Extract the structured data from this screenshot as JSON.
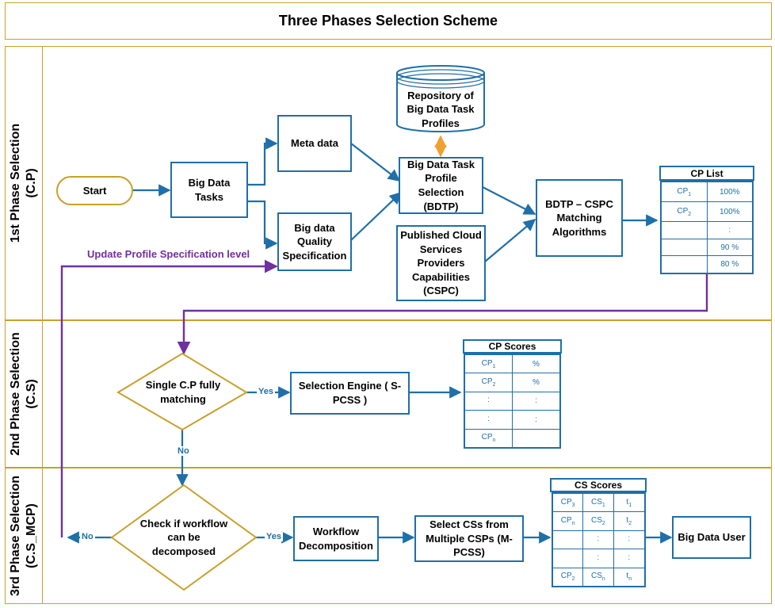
{
  "title": "Three Phases Selection Scheme",
  "phases": [
    {
      "label_line1": "1st Phase Selection",
      "label_line2": "(C.P)"
    },
    {
      "label_line1": "2nd Phase Selection",
      "label_line2": "(C.S)"
    },
    {
      "label_line1": "3rd Phase Selection",
      "label_line2": "(C.S_MCP)"
    }
  ],
  "nodes": {
    "start": "Start",
    "big_data_tasks": "Big Data Tasks",
    "meta_data": "Meta data",
    "quality_spec": "Big data Quality Specification",
    "repository": "Repository of Big Data Task Profiles",
    "bdtp": "Big Data Task Profile Selection (BDTP)",
    "cspc": "Published Cloud Services Providers Capabilities (CSPC)",
    "matching": "BDTP – CSPC Matching Algorithms",
    "single_cp": "Single C.P fully matching",
    "selection_engine": "Selection Engine ( S-PCSS )",
    "check_workflow": "Check if workflow can be decomposed",
    "workflow_decomp": "Workflow Decomposition",
    "select_css": "Select CSs from Multiple CSPs (M-PCSS)",
    "big_data_user": "Big Data User"
  },
  "edge_labels": {
    "update_profile": "Update Profile Specification level",
    "yes1": "Yes",
    "no1": "No",
    "no2": "No",
    "yes2": "Yes"
  },
  "cp_list": {
    "title": "CP List",
    "rows": [
      {
        "cp": "CP",
        "sub": "1",
        "val": "100%"
      },
      {
        "cp": "CP",
        "sub": "2",
        "val": "100%"
      },
      {
        "cp": "",
        "sub": "",
        "val": ":"
      },
      {
        "cp": "",
        "sub": "",
        "val": "90 %"
      },
      {
        "cp": "",
        "sub": "",
        "val": "80 %"
      }
    ]
  },
  "cp_scores": {
    "title": "CP Scores",
    "rows": [
      {
        "cp": "CP",
        "sub": "1",
        "val": "%"
      },
      {
        "cp": "CP",
        "sub": "2",
        "val": "%"
      },
      {
        "cp": ":",
        "sub": "",
        "val": ":"
      },
      {
        "cp": ":",
        "sub": "",
        "val": ":"
      },
      {
        "cp": "CP",
        "sub": "n",
        "val": ""
      }
    ]
  },
  "cs_scores": {
    "title": "CS Scores",
    "rows": [
      {
        "cp": "CP",
        "cps": "3",
        "cs": "CS",
        "css": "1",
        "t": "t",
        "ts": "1"
      },
      {
        "cp": "CP",
        "cps": "n",
        "cs": "CS",
        "css": "2",
        "t": "t",
        "ts": "2"
      },
      {
        "cp": "",
        "cps": "",
        "cs": ":",
        "css": "",
        "t": ":",
        "ts": ""
      },
      {
        "cp": "",
        "cps": "",
        "cs": ":",
        "css": "",
        "t": ":",
        "ts": ""
      },
      {
        "cp": "CP",
        "cps": "2",
        "cs": "CS",
        "css": "n",
        "t": "t",
        "ts": "n"
      }
    ]
  },
  "colors": {
    "lane_border": "#c8a02a",
    "box_border": "#1f6fa8",
    "arrow": "#1f6fa8",
    "feedback": "#7030a0",
    "bidirectional": "#f0a030"
  }
}
